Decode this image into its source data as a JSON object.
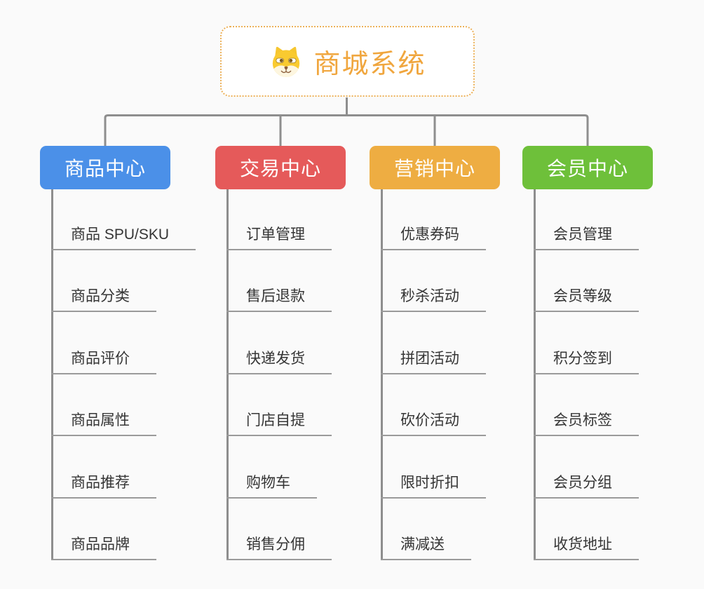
{
  "canvas": {
    "background": "#fafafa",
    "connector_color": "#8e8e8e",
    "underline_color": "#9a9a9a",
    "leaf_text_color": "#353535"
  },
  "root": {
    "title": "商城系统",
    "icon": "dog-face-icon",
    "text_color": "#f0a63e",
    "border_color": "#ecb159"
  },
  "branches": [
    {
      "label": "商品中心",
      "color": "#4b90e8",
      "items": [
        "商品 SPU/SKU",
        "商品分类",
        "商品评价",
        "商品属性",
        "商品推荐",
        "商品品牌"
      ]
    },
    {
      "label": "交易中心",
      "color": "#e55a5a",
      "items": [
        "订单管理",
        "售后退款",
        "快递发货",
        "门店自提",
        "购物车",
        "销售分佣"
      ]
    },
    {
      "label": "营销中心",
      "color": "#eead42",
      "items": [
        "优惠券码",
        "秒杀活动",
        "拼团活动",
        "砍价活动",
        "限时折扣",
        "满减送"
      ]
    },
    {
      "label": "会员中心",
      "color": "#6ec03a",
      "items": [
        "会员管理",
        "会员等级",
        "积分签到",
        "会员标签",
        "会员分组",
        "收货地址"
      ]
    }
  ]
}
